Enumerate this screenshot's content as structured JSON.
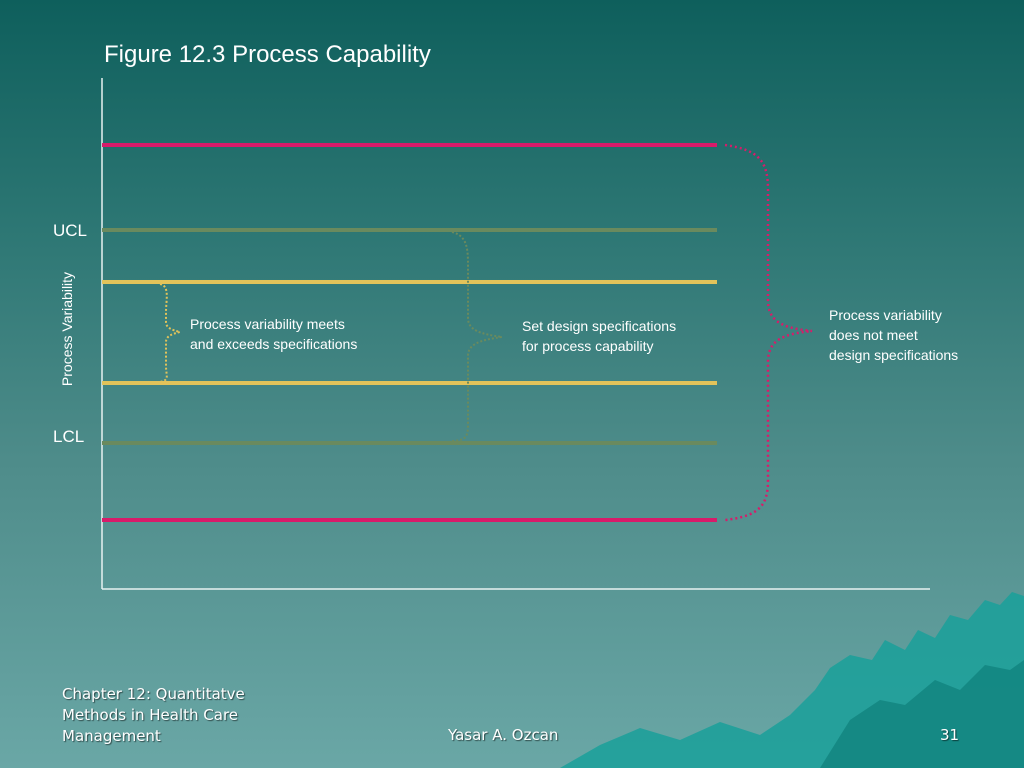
{
  "slide": {
    "title": "Figure 12.3 Process Capability",
    "axis_label": "Process Variability",
    "ucl_label": "UCL",
    "lcl_label": "LCL"
  },
  "annotations": {
    "meets": [
      "Process variability meets",
      "and exceeds specifications"
    ],
    "set_specs": [
      "Set design specifications",
      "for process capability"
    ],
    "not_meet": [
      "Process variability",
      "does not meet",
      "design specifications"
    ]
  },
  "colors": {
    "design_limits": "#d81b6a",
    "control_limits": "#6a8a5e",
    "spec_limits": "#e2c35a",
    "axis": "#e8f2f1",
    "mountain": "#1aa09a"
  },
  "footer": {
    "chapter": [
      "Chapter 12: Quantitatve",
      "Methods in Health Care",
      "Management"
    ],
    "author": "Yasar A. Ozcan",
    "page": "31"
  }
}
